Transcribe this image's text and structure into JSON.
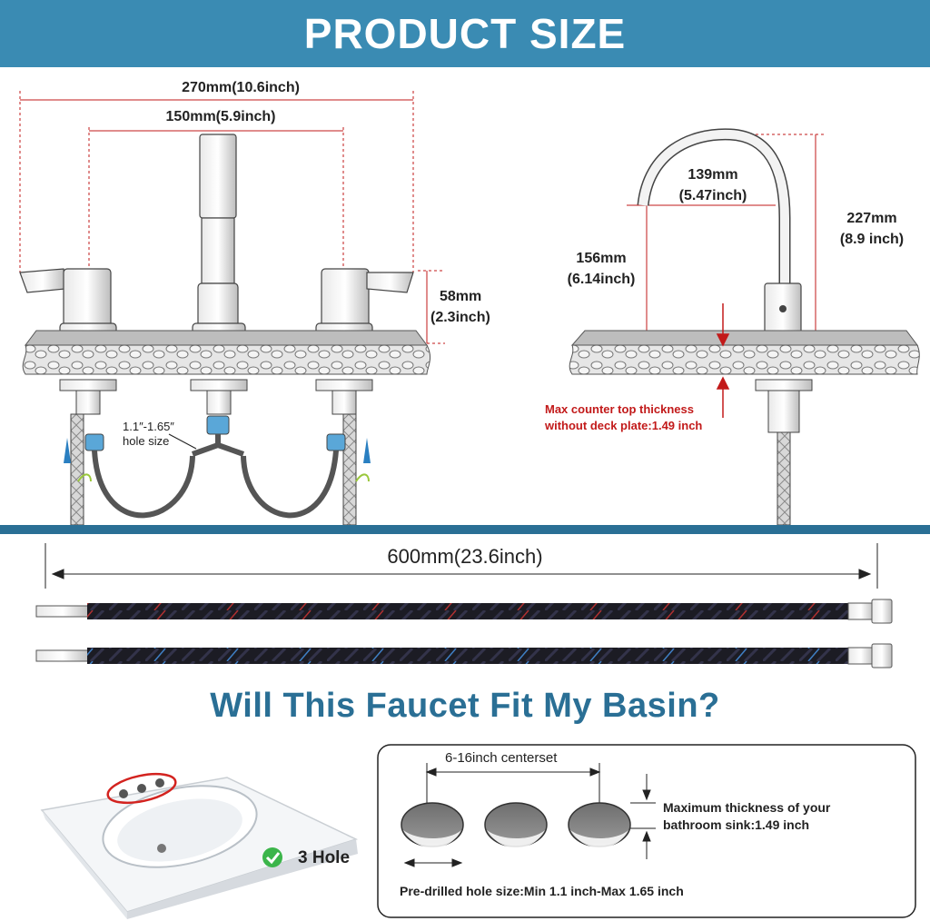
{
  "header": {
    "title": "PRODUCT SIZE"
  },
  "faucet_widespread": {
    "overall_width": "270mm(10.6inch)",
    "center_width": "150mm(5.9inch)",
    "handle_height_mm": "58mm",
    "handle_height_in": "(2.3inch)",
    "hole_size_value": "1.1″-1.65″",
    "hole_size_label": "hole size"
  },
  "faucet_side": {
    "reach_mm": "139mm",
    "reach_in": "(5.47inch)",
    "total_height_mm": "227mm",
    "total_height_in": "(8.9 inch)",
    "spout_height_mm": "156mm",
    "spout_height_in": "(6.14inch)",
    "counter_note_line1": "Max counter top thickness",
    "counter_note_line2": "without deck plate:1.49 inch"
  },
  "hoses": {
    "length": "600mm(23.6inch)"
  },
  "fit_section": {
    "question": "Will This Faucet Fit My Basin?",
    "hole_count": "3 Hole",
    "centerset": "6-16inch centerset",
    "max_thickness_line1": "Maximum thickness of your",
    "max_thickness_line2": "bathroom sink:1.49 inch",
    "hole_size_range": "Pre-drilled hole size:Min 1.1 inch-Max 1.65 inch"
  },
  "colors": {
    "banner": "#3a8bb3",
    "question_text": "#2a6f95",
    "dimension_red": "#c21a1a",
    "divider": "#2a6f95",
    "check_green": "#3bb54a"
  }
}
